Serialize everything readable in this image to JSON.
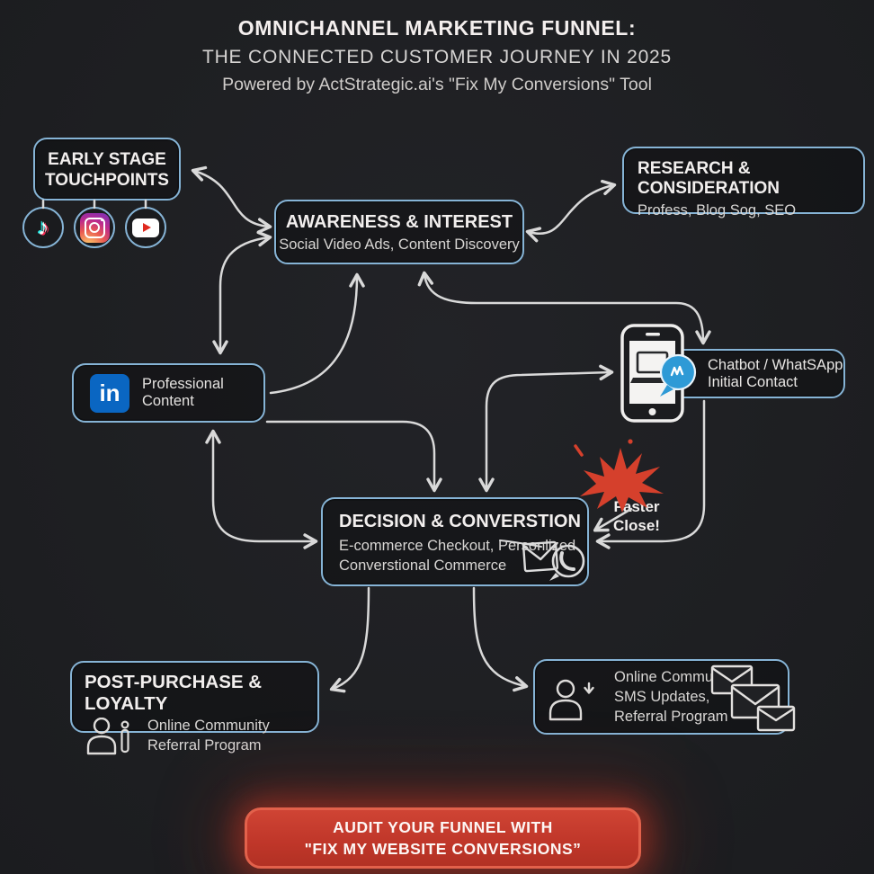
{
  "header": {
    "title": "OMNICHANNEL MARKETING FUNNEL:",
    "subtitle": "THE CONNECTED CUSTOMER JOURNEY IN 2025",
    "powered_by": "Powered by ActStrategic.ai's \"Fix My Conversions\" Tool"
  },
  "nodes": {
    "early_stage": {
      "line1": "EARLY STAGE",
      "line2": "TOUCHPOINTS"
    },
    "research": {
      "title": "RESEARCH & CONSIDERATION",
      "subtitle": "Profess, Blog Sog, SEO"
    },
    "awareness": {
      "title": "AWARENESS & INTEREST",
      "subtitle": "Social Video Ads, Content Discovery"
    },
    "linkedin": {
      "icon_text": "in",
      "line1": "Professional",
      "line2": "Content"
    },
    "chatbot": {
      "line1": "Chatbot / WhatSApp",
      "line2": "Initial Contact"
    },
    "decision": {
      "title": "DECISION & CONVERSTION",
      "line1": "E-commerce Checkout, Personlized",
      "line2": "Converstional Commerce"
    },
    "faster_close": {
      "line1": "Faster",
      "line2": "Close!"
    },
    "post_purchase": {
      "title": "POST-PURCHASE & LOYALTY",
      "line1": "Online Community",
      "line2": "Referral Program"
    },
    "retention": {
      "line1": "Online Community",
      "line2": "SMS Updates,",
      "line3": "Referral Program"
    }
  },
  "cta": {
    "line1": "AUDIT YOUR FUNNEL WITH",
    "line2": "\"FIX MY WEBSITE CONVERSIONS”"
  },
  "icons": [
    "tiktok-icon",
    "instagram-icon",
    "youtube-icon"
  ],
  "colors": {
    "background": "#1f2023",
    "box_border": "#86b4d6",
    "arrow": "#d9d9d9",
    "burst_red": "#d5402c",
    "cta_fill": "#bf3629",
    "cta_border": "#e2614b",
    "linkedin_blue": "#0a66c2",
    "youtube_red": "#e02a20",
    "bubble_blue": "#2e9ad6"
  }
}
